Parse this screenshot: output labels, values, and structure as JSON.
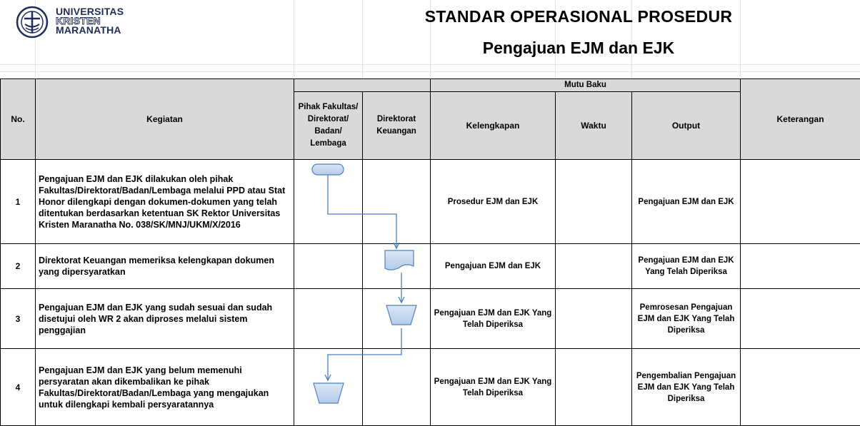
{
  "header": {
    "logo": {
      "line1": "UNIVERSITAS",
      "line2": "KRISTEN",
      "line3": "MARANATHA"
    },
    "title": "STANDAR OPERASIONAL PROSEDUR",
    "subtitle": "Pengajuan EJM dan EJK"
  },
  "table": {
    "columns": {
      "no": "No.",
      "kegiatan": "Kegiatan",
      "pihak": "Pihak Fakultas/ Direktorat/ Badan/ Lembaga",
      "direktorat": "Direktorat Keuangan",
      "mutu_baku": "Mutu Baku",
      "kelengkapan": "Kelengkapan",
      "waktu": "Waktu",
      "output": "Output",
      "keterangan": "Keterangan"
    },
    "rows": [
      {
        "no": "1",
        "kegiatan": "Pengajuan EJM dan EJK dilakukan oleh pihak Fakultas/Direktorat/Badan/Lembaga melalui PPD atau Stat Honor dilengkapi dengan dokumen-dokumen yang telah ditentukan berdasarkan ketentuan SK Rektor Universitas Kristen Maranatha No. 038/SK/MNJ/UKM/X/2016",
        "kelengkapan": "Prosedur EJM dan EJK",
        "waktu": "",
        "output": "Pengajuan EJM dan EJK",
        "keterangan": ""
      },
      {
        "no": "2",
        "kegiatan": "Direktorat Keuangan memeriksa kelengkapan dokumen yang dipersyaratkan",
        "kelengkapan": "Pengajuan EJM dan EJK",
        "waktu": "",
        "output": "Pengajuan EJM dan EJK Yang Telah Diperiksa",
        "keterangan": ""
      },
      {
        "no": "3",
        "kegiatan": "Pengajuan EJM dan EJK yang sudah sesuai dan sudah disetujui oleh WR 2 akan diproses melalui sistem penggajian",
        "kelengkapan": "Pengajuan EJM dan EJK Yang Telah Diperiksa",
        "waktu": "",
        "output": "Pemrosesan Pengajuan EJM dan EJK Yang Telah Diperiksa",
        "keterangan": ""
      },
      {
        "no": "4",
        "kegiatan": "Pengajuan EJM dan EJK yang belum memenuhi persyaratan akan dikembalikan ke pihak Fakultas/Direktorat/Badan/Lembaga yang mengajukan untuk dilengkapi kembali persyaratannya",
        "kelengkapan": "Pengajuan EJM dan EJK Yang Telah Diperiksa",
        "waktu": "",
        "output": "Pengembalian Pengajuan EJM dan EJK Yang Telah Diperiksa",
        "keterangan": ""
      }
    ]
  },
  "flowchart": {
    "shapes": [
      "terminator",
      "document",
      "manual-operation",
      "manual-operation"
    ],
    "lanes": [
      "pihak",
      "direktorat",
      "direktorat",
      "pihak"
    ],
    "fill": "#c5d9f1",
    "stroke": "#4f81bd",
    "line_color": "#4a7ec0"
  }
}
